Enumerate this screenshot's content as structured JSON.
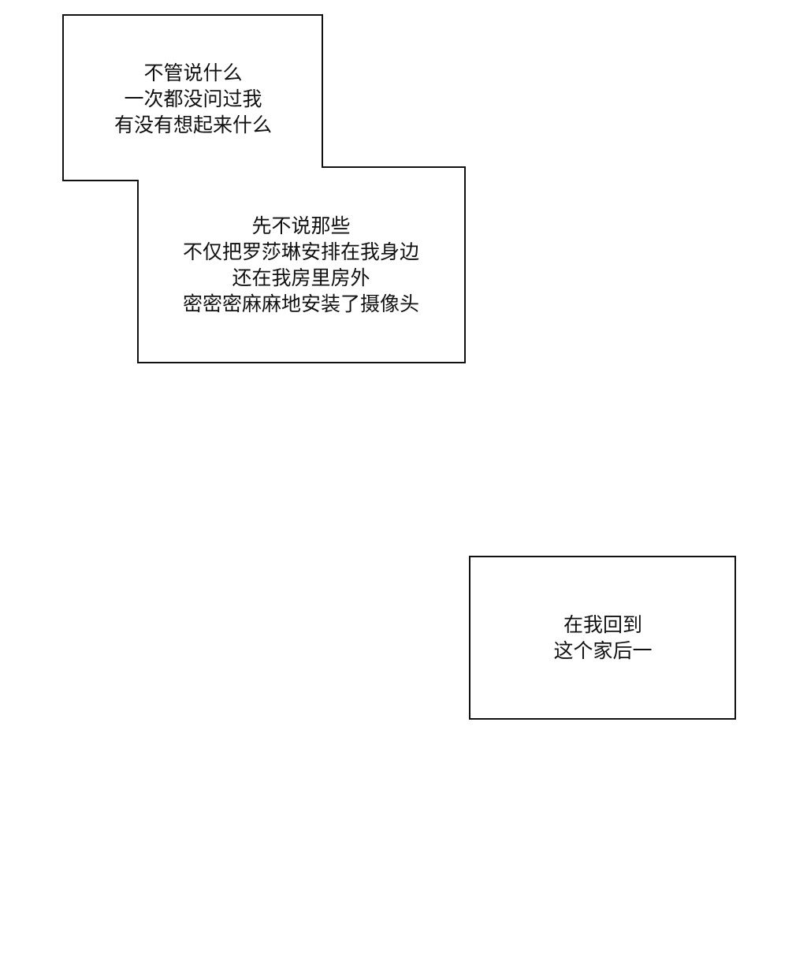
{
  "bubbles": [
    {
      "lines": [
        "不管说什么",
        "一次都没问过我",
        "有没有想起来什么"
      ]
    },
    {
      "lines": [
        "先不说那些",
        "不仅把罗莎琳安排在我身边",
        "还在我房里房外",
        "密密密麻麻地安装了摄像头"
      ]
    },
    {
      "lines": [
        "在我回到",
        "这个家后一"
      ]
    }
  ]
}
